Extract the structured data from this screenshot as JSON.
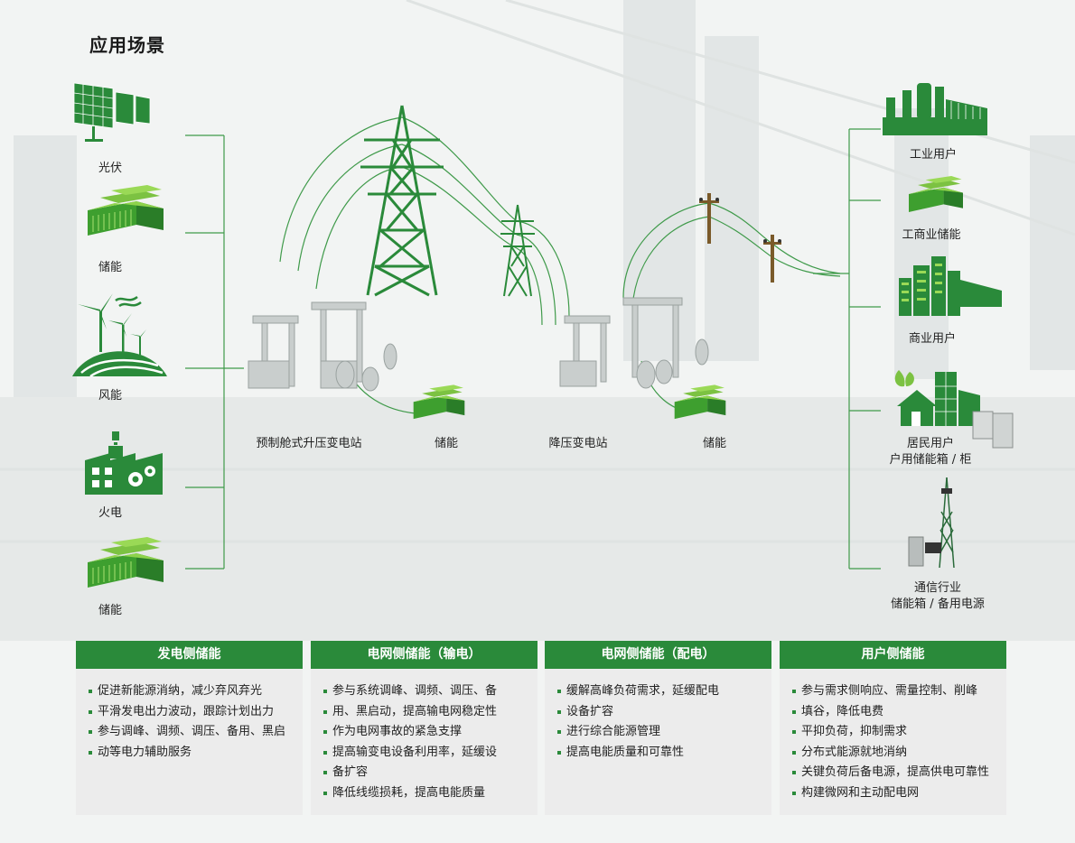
{
  "title": "应用场景",
  "left_sources": [
    {
      "label": "光伏",
      "icon": "solar-panel-icon"
    },
    {
      "label": "储能",
      "icon": "battery-container-icon"
    },
    {
      "label": "风能",
      "icon": "wind-turbine-icon"
    },
    {
      "label": "火电",
      "icon": "thermal-plant-icon"
    },
    {
      "label": "储能",
      "icon": "battery-container-icon"
    }
  ],
  "middle": {
    "substation_up": "预制舱式升压变电站",
    "storage_1": "储能",
    "substation_down": "降压变电站",
    "storage_2": "储能"
  },
  "right_users": [
    {
      "label": "工业用户",
      "icon": "factory-icon"
    },
    {
      "label": "工商业储能",
      "icon": "battery-container-icon"
    },
    {
      "label": "商业用户",
      "icon": "commercial-building-icon"
    },
    {
      "label": "居民用户",
      "label2": "户用储能箱 / 柜",
      "icon": "residential-house-icon"
    },
    {
      "label": "通信行业",
      "label2": "储能箱 / 备用电源",
      "icon": "telecom-tower-icon"
    }
  ],
  "cards": [
    {
      "header": "发电侧储能",
      "items": [
        "促进新能源消纳，减少弃风弃光",
        "平滑发电出力波动，跟踪计划出力",
        "参与调峰、调频、调压、备用、黑启",
        "动等电力辅助服务"
      ]
    },
    {
      "header": "电网侧储能（输电）",
      "items": [
        "参与系统调峰、调频、调压、备",
        "用、黑启动，提高输电网稳定性",
        "作为电网事故的紧急支撑",
        "提高输变电设备利用率，延缓设",
        "备扩容",
        "降低线缆损耗，提高电能质量"
      ]
    },
    {
      "header": "电网侧储能（配电）",
      "items": [
        "缓解高峰负荷需求，延缓配电",
        "设备扩容",
        "进行综合能源管理",
        "提高电能质量和可靠性"
      ]
    },
    {
      "header": "用户侧储能",
      "items": [
        "参与需求侧响应、需量控制、削峰",
        "填谷，降低电费",
        "平抑负荷，抑制需求",
        "分布式能源就地消纳",
        "关键负荷后备电源，提高供电可靠性",
        "构建微网和主动配电网"
      ]
    }
  ],
  "colors": {
    "accent": "#2a8a3a",
    "light_green": "#7cc242",
    "line": "#3f9a4a"
  }
}
